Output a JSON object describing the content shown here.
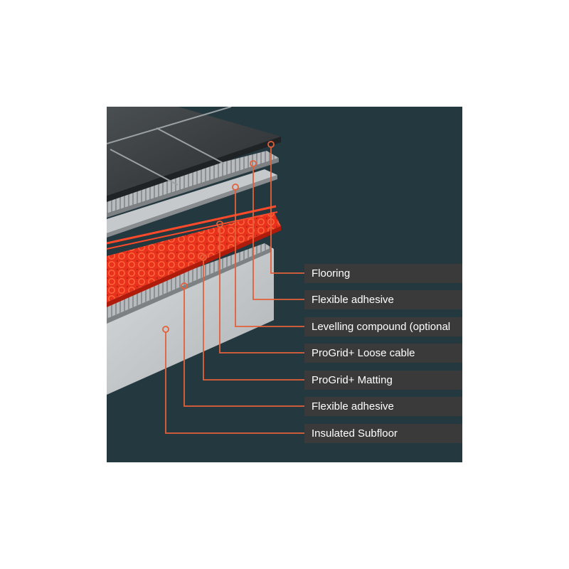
{
  "diagram": {
    "labels": [
      "Flooring",
      "Flexible adhesive",
      "Levelling compound (optional",
      "ProGrid+ Loose cable",
      "ProGrid+ Matting",
      "Flexible adhesive",
      "Insulated Subfloor"
    ],
    "colors": {
      "background": "#23383f",
      "label_bar": "#3a3a3b",
      "leader_line": "#e4603a",
      "heating_red": "#e8321e",
      "tile": "#3c4043",
      "adhesive": "#b4b7ba",
      "subfloor": "#c9cccd"
    }
  }
}
